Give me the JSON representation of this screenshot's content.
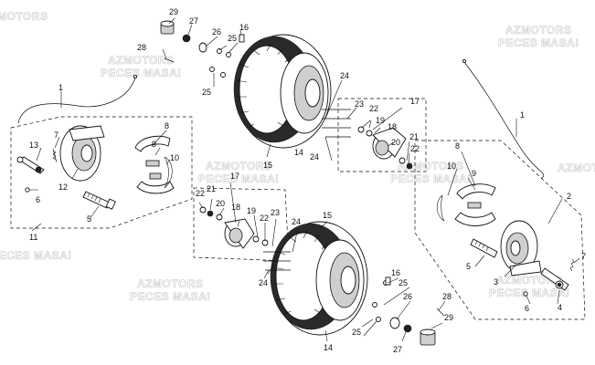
{
  "watermark": {
    "line1": "AZMOTORS",
    "line2": "PECES MASAI"
  },
  "callouts": {
    "c1_left": "1",
    "c1_right": "1",
    "c2": "2",
    "c3": "3",
    "c4": "4",
    "c5_left": "5",
    "c5_right": "5",
    "c6_left": "6",
    "c6_right": "6",
    "c7_left": "7",
    "c7_right": "7",
    "c8_left": "8",
    "c8_right": "8",
    "c9_left": "9",
    "c9_right": "9",
    "c10_left": "10",
    "c10_right": "10",
    "c11": "11",
    "c12": "12",
    "c13": "13",
    "c14_top": "14",
    "c14_bottom": "14",
    "c15_top": "15",
    "c15_bottom": "15",
    "c16_top": "16",
    "c16_bottom": "16",
    "c17_top": "17",
    "c17_bottom": "17",
    "c18_top": "18",
    "c18_bottom": "18",
    "c19_top": "19",
    "c19_bottom": "19",
    "c20_top": "20",
    "c20_bottom": "20",
    "c21_top": "21",
    "c21_bottom": "21",
    "c22_top_a": "22",
    "c22_top_b": "22",
    "c22_bottom_a": "22",
    "c22_bottom_b": "22",
    "c23_top": "23",
    "c23_bottom": "23",
    "c24_top_a": "24",
    "c24_top_b": "24",
    "c24_bottom_a": "24",
    "c24_bottom_b": "24",
    "c25_top_a": "25",
    "c25_top_b": "25",
    "c25_bottom_a": "25",
    "c25_bottom_b": "25",
    "c26_top": "26",
    "c26_bottom": "26",
    "c27_top": "27",
    "c27_bottom": "27",
    "c28_top": "28",
    "c28_bottom": "28",
    "c29_top": "29",
    "c29_bottom": "29"
  }
}
